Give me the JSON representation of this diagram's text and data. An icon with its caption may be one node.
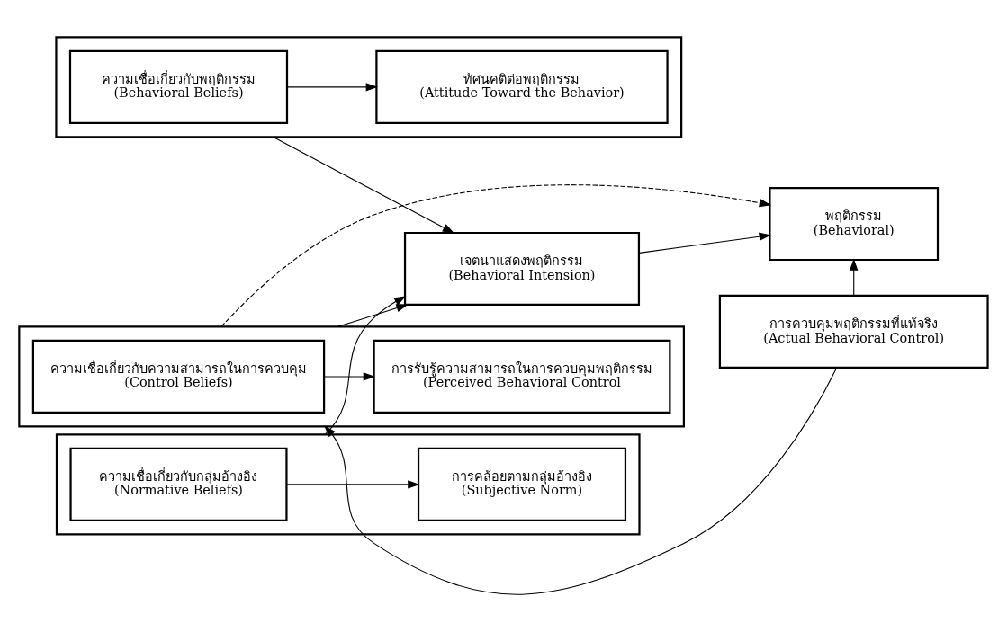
{
  "diagram": {
    "nodes": [
      {
        "text": [],
        "shape": "box"
      },
      {
        "text": [
          "ความเชื่อเกี่ยวกับพฤติกรรม",
          "(Behavioral Beliefs)"
        ],
        "in": 0
      },
      {
        "text": [
          "ทัศนคติต่อพฤติกรรม",
          "(Attitude Toward the Behavior)"
        ],
        "in": 0
      },
      {
        "text": [],
        "shape": "box"
      },
      {
        "text": [
          "ความเชื่อเกี่ยวกับกลุ่มอ้างอิง",
          "(Normative Beliefs)"
        ],
        "in": 3
      },
      {
        "text": [
          "การคล้อยตามกลุ่มอ้างอิง",
          "(Subjective Norm)"
        ],
        "in": 3
      },
      {
        "text": [],
        "shape": "box"
      },
      {
        "text": [
          "ความเชื่อเกี่ยวกับความสามารถในการควบคุม",
          "(Control Beliefs)"
        ],
        "in": 6
      },
      {
        "text": [
          "การรับรู้ความสามารถในการควบคุมพฤติกรรม",
          "(Perceived Behavioral Control"
        ],
        "in": 6
      },
      {
        "text": [
          "เจตนาแสดงพฤติกรรม",
          "(Behavioral Intension)"
        ]
      },
      {
        "text": [
          "พฤติกรรม",
          "(Behavioral)"
        ]
      },
      {
        "text": [
          "การควบคุมพฤติกรรมที่แท้จริง",
          "(Actual Behavioral Control)"
        ]
      }
    ],
    "edges": [
      {
        "from": 1,
        "to": 2,
        "arrow": "to"
      },
      {
        "from": 4,
        "to": 5,
        "arrow": "to"
      },
      {
        "from": 7,
        "to": 8,
        "arrow": "to"
      },
      {
        "from": 0,
        "to": 9,
        "arrow": "to"
      },
      {
        "from": 3,
        "to": 9,
        "arrow": "to"
      },
      {
        "from": 6,
        "to": 9,
        "arrow": "to"
      },
      {
        "from": 9,
        "to": 10,
        "arrow": "to"
      },
      {
        "from": 6,
        "to": 10,
        "arrow": "to",
        "style": "dashed"
      },
      {
        "from": 11,
        "to": 10,
        "arrow": "to"
      },
      {
        "from": 11,
        "to": 6,
        "arrow": "to"
      }
    ]
  }
}
